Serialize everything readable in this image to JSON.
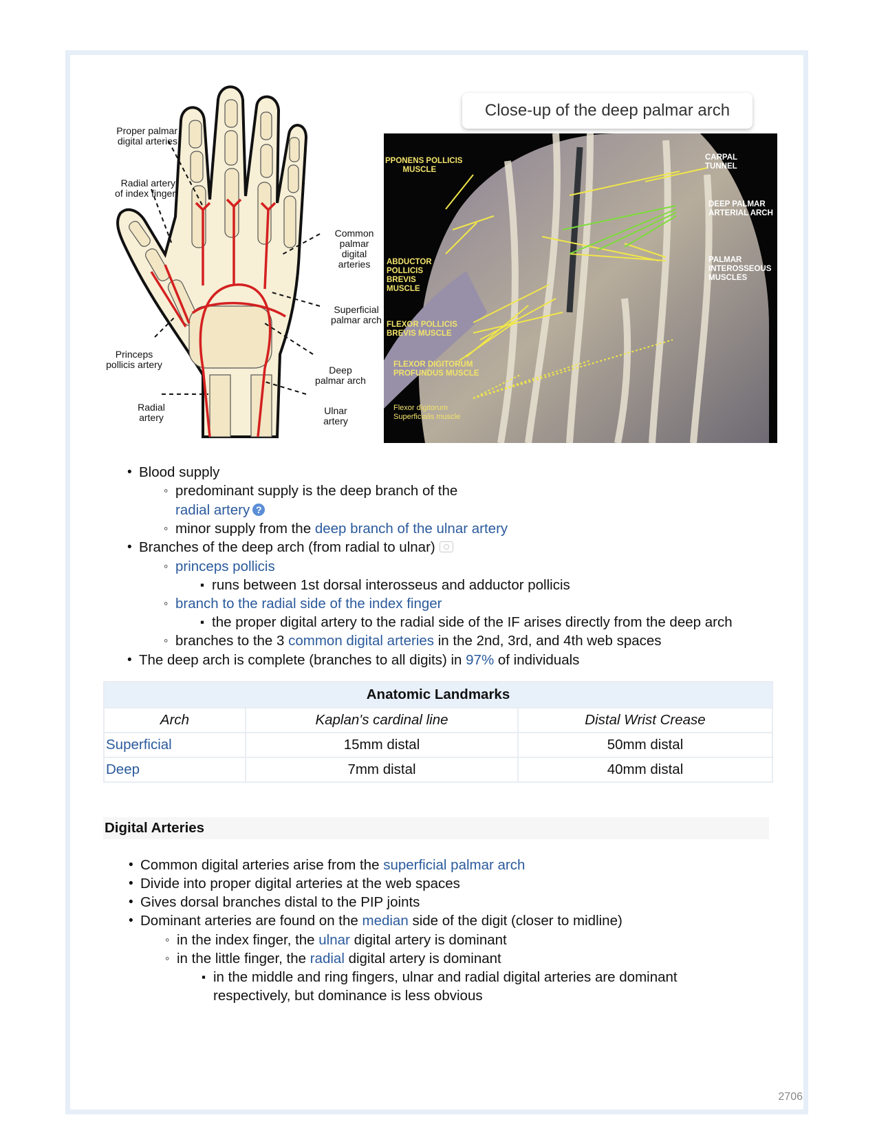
{
  "diagram_labels": {
    "proper": "Proper palmar\ndigital arteries",
    "radial_index": "Radial artery\nof index finger",
    "common": "Common\npalmar\ndigital\narteries",
    "superficial": "Superficial\npalmar arch",
    "princeps": "Princeps\npollicis artery",
    "deep": "Deep\npalmar arch",
    "radial": "Radial\nartery",
    "ulnar": "Ulnar\nartery"
  },
  "photo": {
    "caption": "Close-up of the deep palmar arch",
    "labels": {
      "opponens": "PPONENS POLLICIS\n        MUSCLE",
      "abductor": "ABDUCTOR\nPOLLICIS\nBREVIS\nMUSCLE",
      "flexor_pollicis": "FLEXOR POLLICIS\nBREVIS MUSCLE",
      "fdp": "FLEXOR DIGITORUM\nPROFUNDUS MUSCLE",
      "fds": "Flexor digitorum\nSuperficialis muscle",
      "carpal": "CARPAL\nTUNNEL",
      "deep_arch": "DEEP PALMAR\nARTERIAL ARCH",
      "interosseous": "PALMAR\nINTEROSSEOUS\nMUSCLES"
    }
  },
  "bullets": {
    "l1": "Blood supply",
    "l2": "predominant supply is the deep branch of the",
    "l3": "radial artery",
    "l4a": "minor supply from the ",
    "l4b": "deep branch of the ulnar artery",
    "l5": "Branches of the deep arch (from radial to ulnar)",
    "l6": "princeps pollicis",
    "l7": "runs between 1st dorsal interosseus and adductor pollicis",
    "l8": "branch to the radial side of the index finger",
    "l9": "the proper digital artery to the radial side of the IF arises directly from the deep arch",
    "l10a": "branches to the 3 ",
    "l10b": "common digital arteries",
    "l10c": " in the 2nd, 3rd, and 4th web spaces",
    "l11a": "The deep arch is complete (branches to all digits) in ",
    "l11b": "97%",
    "l11c": " of individuals"
  },
  "table": {
    "title": "Anatomic Landmarks",
    "headers": [
      "Arch",
      "Kaplan's cardinal line",
      "Distal Wrist Crease"
    ],
    "rows": [
      [
        "Superficial",
        "15mm distal",
        "50mm distal"
      ],
      [
        "Deep",
        "7mm distal",
        "40mm distal"
      ]
    ]
  },
  "digital": {
    "title": "Digital Arteries",
    "d1a": "Common digital arteries arise from the ",
    "d1b": "superficial palmar arch",
    "d2": "Divide into proper digital arteries at the web spaces",
    "d3": "Gives dorsal branches distal to the PIP joints",
    "d4a": "Dominant arteries are found on the ",
    "d4b": "median",
    "d4c": " side of the digit (closer to midline)",
    "d5a": "in the index finger, the ",
    "d5b": "ulnar",
    "d5c": " digital artery is dominant",
    "d6a": "in the little finger, the ",
    "d6b": "radial",
    "d6c": " digital artery is dominant",
    "d7": "in the middle and ring fingers, ulnar and radial digital arteries are dominant",
    "d8": "respectively, but dominance is less obvious"
  },
  "page_number": "2706"
}
